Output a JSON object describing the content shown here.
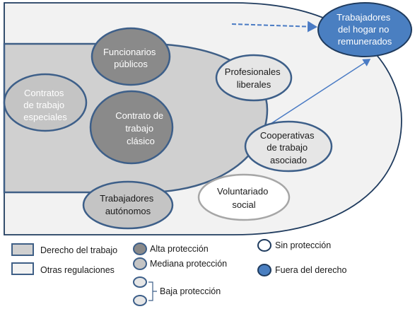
{
  "colors": {
    "outer_fill": "#f2f2f2",
    "outer_stroke": "#1f3b5e",
    "law_fill": "#d0d0d0",
    "law_stroke": "#3f5f86",
    "high_fill": "#8a8a8a",
    "medium_fill": "#c4c4c4",
    "low_fill": "#e6e6e6",
    "none_fill": "#ffffff",
    "outside_fill": "#4a7fc1",
    "ellipse_stroke": "#3d5f89",
    "none_stroke": "#a6a6a6",
    "arrow": "#4a7bc4"
  },
  "nodes": {
    "trabajadores_hogar": [
      "Trabajadores",
      "del hogar no",
      "remunerados"
    ],
    "funcionarios": [
      "Funcionarios",
      "públicos"
    ],
    "profesionales": [
      "Profesionales",
      "liberales"
    ],
    "contratos_especiales": [
      "Contratos",
      "de trabajo",
      "especiales"
    ],
    "contrato_clasico": [
      "Contrato de",
      "trabajo",
      "clásico"
    ],
    "cooperativas": [
      "Cooperativas",
      "de trabajo",
      "asociado"
    ],
    "autonomos": [
      "Trabajadores",
      "autónomos"
    ],
    "voluntariado": [
      "Voluntariado",
      "social"
    ]
  },
  "legend": {
    "derecho_trabajo": "Derecho del trabajo",
    "otras_regulaciones": "Otras regulaciones",
    "alta": "Alta protección",
    "mediana": "Mediana protección",
    "baja": "Baja protección",
    "sin": "Sin protección",
    "fuera": "Fuera del derecho"
  }
}
